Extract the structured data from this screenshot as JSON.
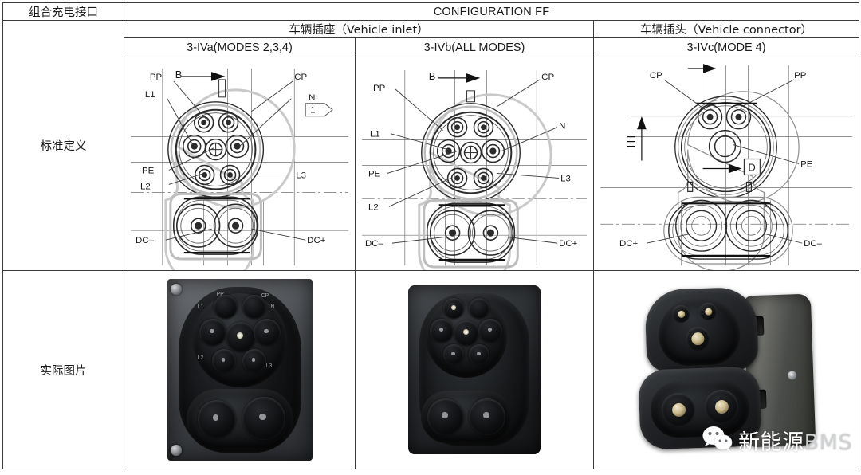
{
  "table": {
    "row1": {
      "label": "组合充电接口",
      "config_title": "CONFIGURATION FF"
    },
    "row2": {
      "inlet_group": "车辆插座（Vehicle inlet）",
      "connector_group": "车辆插头（Vehicle connector）"
    },
    "row3": {
      "col_a": "3-IVa(MODES 2,3,4)",
      "col_b": "3-IVb(ALL MODES)",
      "col_c": "3-IVc(MODE 4)"
    },
    "row_labels": {
      "standard_definition": "标准定义",
      "actual_photo": "实际图片"
    }
  },
  "drawings": {
    "a": {
      "name": "3-IVa",
      "section_arrow": "B",
      "flag": "1",
      "labels": {
        "pp": "PP",
        "cp": "CP",
        "l1": "L1",
        "n": "N",
        "pe": "PE",
        "l3": "L3",
        "l2": "L2",
        "dc_minus": "DC–",
        "dc_plus": "DC+"
      }
    },
    "b": {
      "name": "3-IVb",
      "section_arrow": "B",
      "labels": {
        "pp": "PP",
        "cp": "CP",
        "l1": "L1",
        "n": "N",
        "pe": "PE",
        "l3": "L3",
        "l2": "L2",
        "dc_minus": "DC–",
        "dc_plus": "DC+"
      }
    },
    "c": {
      "name": "3-IVc",
      "section_arrow": "D",
      "flag": "D",
      "labels": {
        "cp": "CP",
        "pp": "PP",
        "pe": "PE",
        "dc_plus": "DC+",
        "dc_minus": "DC–"
      }
    }
  },
  "photos": {
    "a": {
      "alt": "Vehicle inlet Type-2 CCS combo socket photograph",
      "pin_marks": [
        "PP",
        "L1",
        "CP",
        "N",
        "L2",
        "L3"
      ]
    },
    "b": {
      "alt": "Vehicle inlet combo socket close-up photograph"
    },
    "c": {
      "alt": "Vehicle connector CCS plug photograph"
    }
  },
  "watermark": {
    "icon": "wechat-icon",
    "text_cn": "新能源",
    "text_en": "BMS"
  }
}
